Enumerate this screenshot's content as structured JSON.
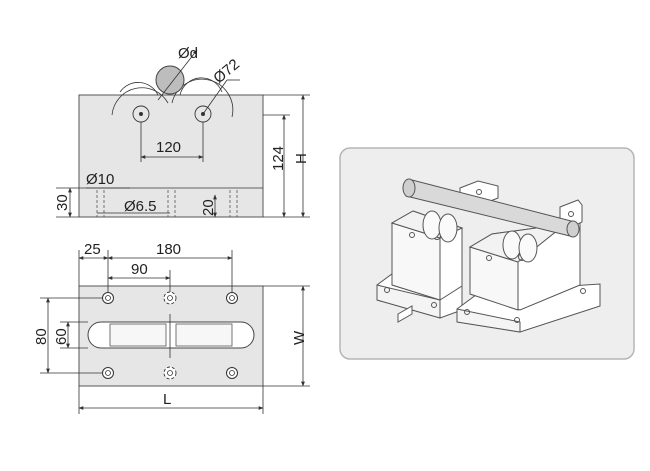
{
  "front_view": {
    "labels": {
      "rod_diameter": "Ød",
      "roller_diameter": "Ø72",
      "roller_spacing": "120",
      "height_symbol": "H",
      "height_value": "124",
      "hole_top": "Ø10",
      "hole_bottom": "Ø6.5",
      "base_height": "30",
      "counterbore_depth": "20"
    }
  },
  "top_view": {
    "labels": {
      "edge_offset": "25",
      "hole_spacing": "180",
      "center_offset": "90",
      "outer_width": "80",
      "slot_width": "60",
      "width_symbol": "W",
      "length_symbol": "L"
    }
  },
  "colors": {
    "body_fill": "#e6e6e6",
    "rod_fill": "#bdbdbd",
    "panel_fill": "#eeeeee",
    "line": "#333333"
  }
}
